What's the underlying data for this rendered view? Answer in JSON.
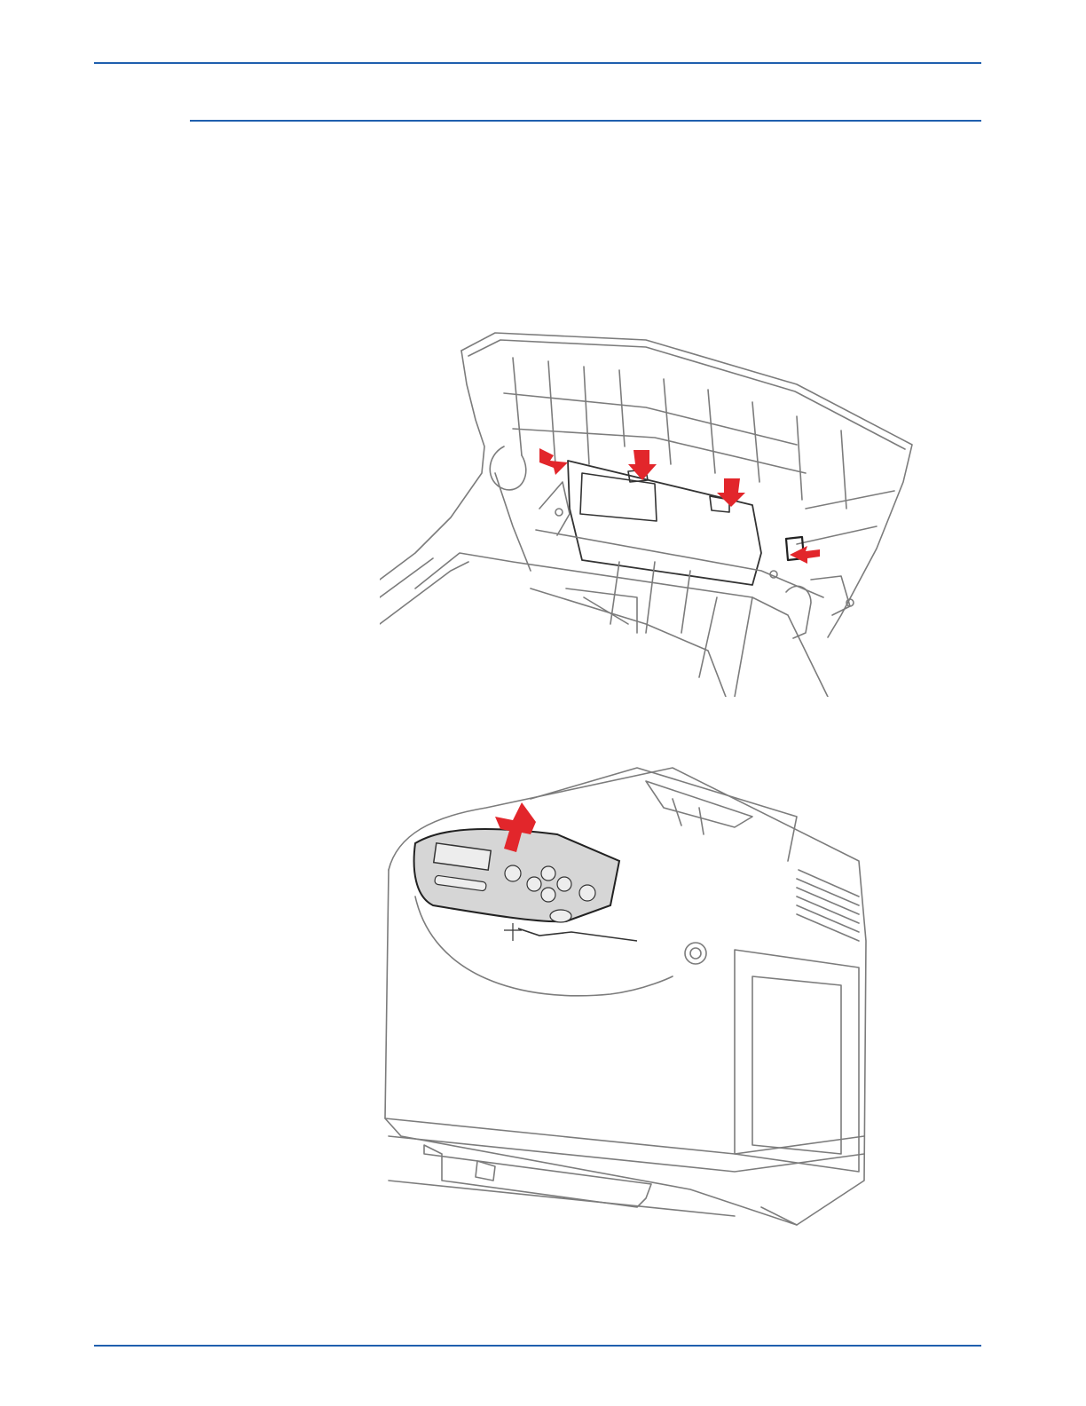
{
  "colors": {
    "rule": "#1f5fae",
    "arrow": "#e2262b",
    "line_art": "#7c7c7c",
    "panel": "#d6d6d6"
  },
  "figures": [
    {
      "subject": "printer-interior-front-cover-open",
      "callouts": 4,
      "callout_icon": "red-arrow-icon"
    },
    {
      "subject": "printer-control-panel-removal",
      "callouts": 1,
      "callout_icon": "red-up-arrow-icon"
    }
  ]
}
